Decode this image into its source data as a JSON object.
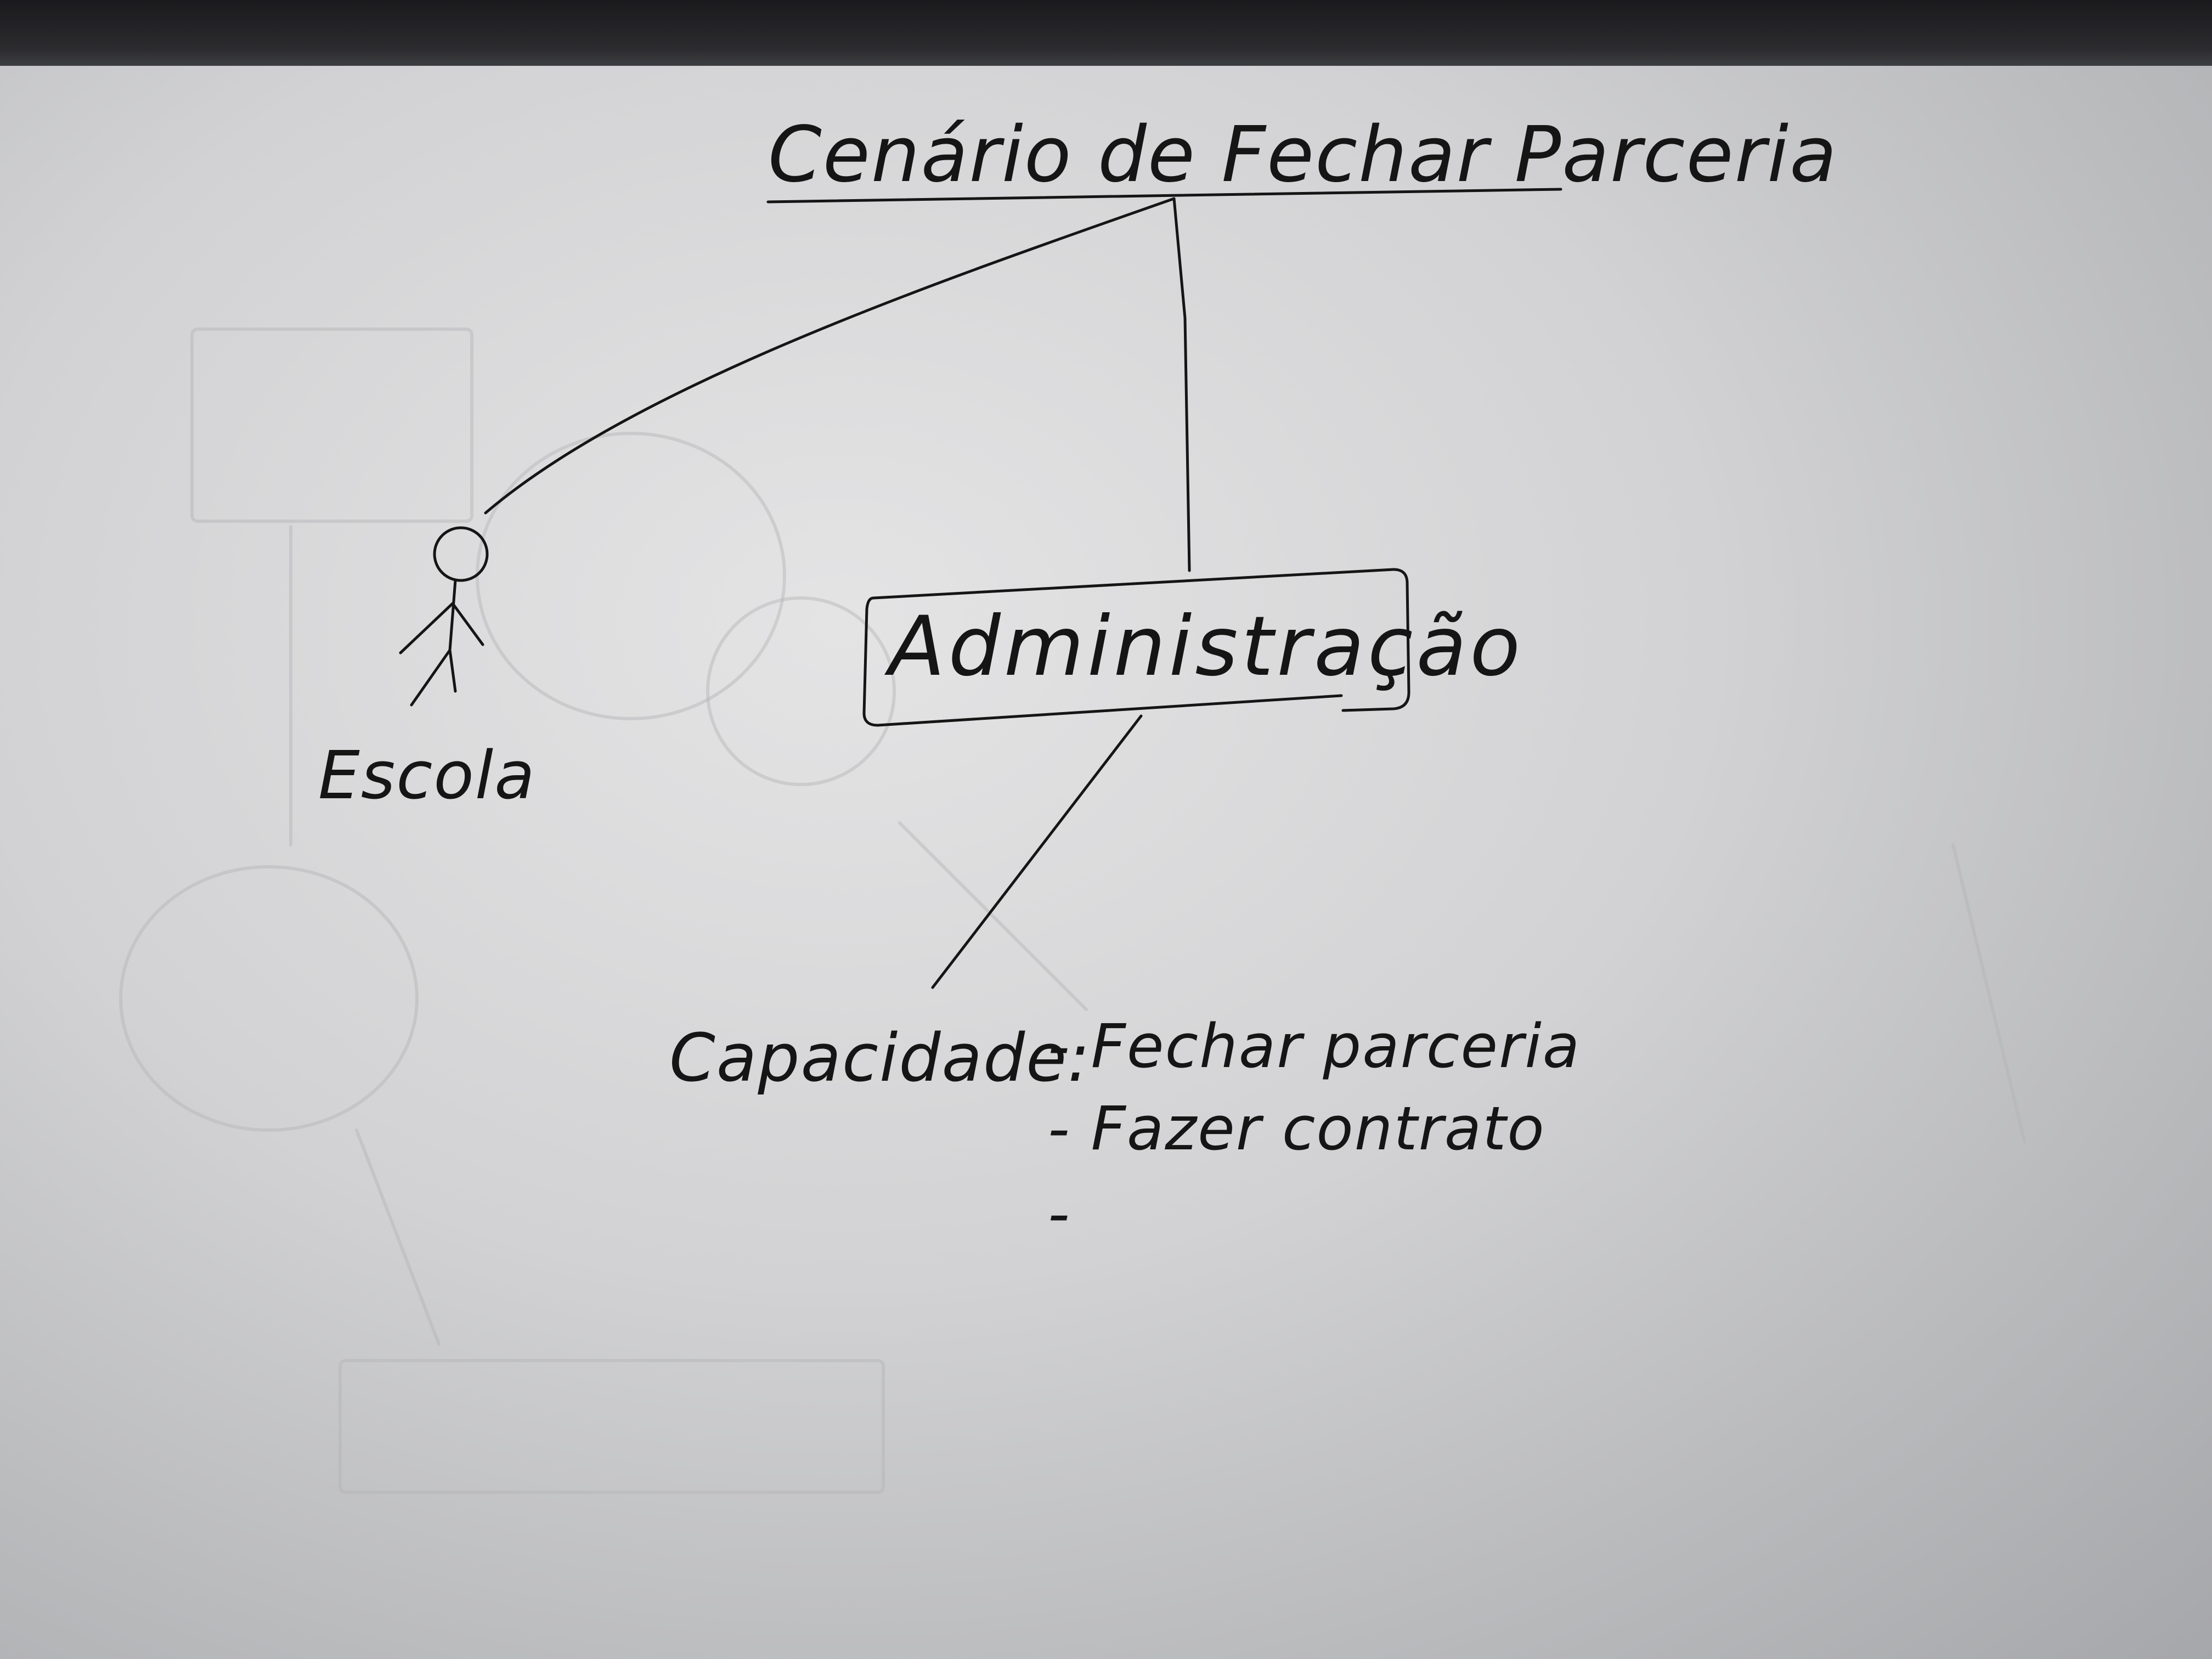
{
  "diagram": {
    "title": "Cenário de Fechar Parceria",
    "actor": {
      "label": "Escola"
    },
    "system_box": {
      "label": "Administração"
    },
    "capabilities": {
      "label": "Capacidade:",
      "items": [
        "- Fechar parceria",
        "- Fazer contrato",
        "-"
      ]
    }
  },
  "colors": {
    "ink": "#151515",
    "board": "#d2d2d4",
    "edge": "#1a1a1d"
  }
}
